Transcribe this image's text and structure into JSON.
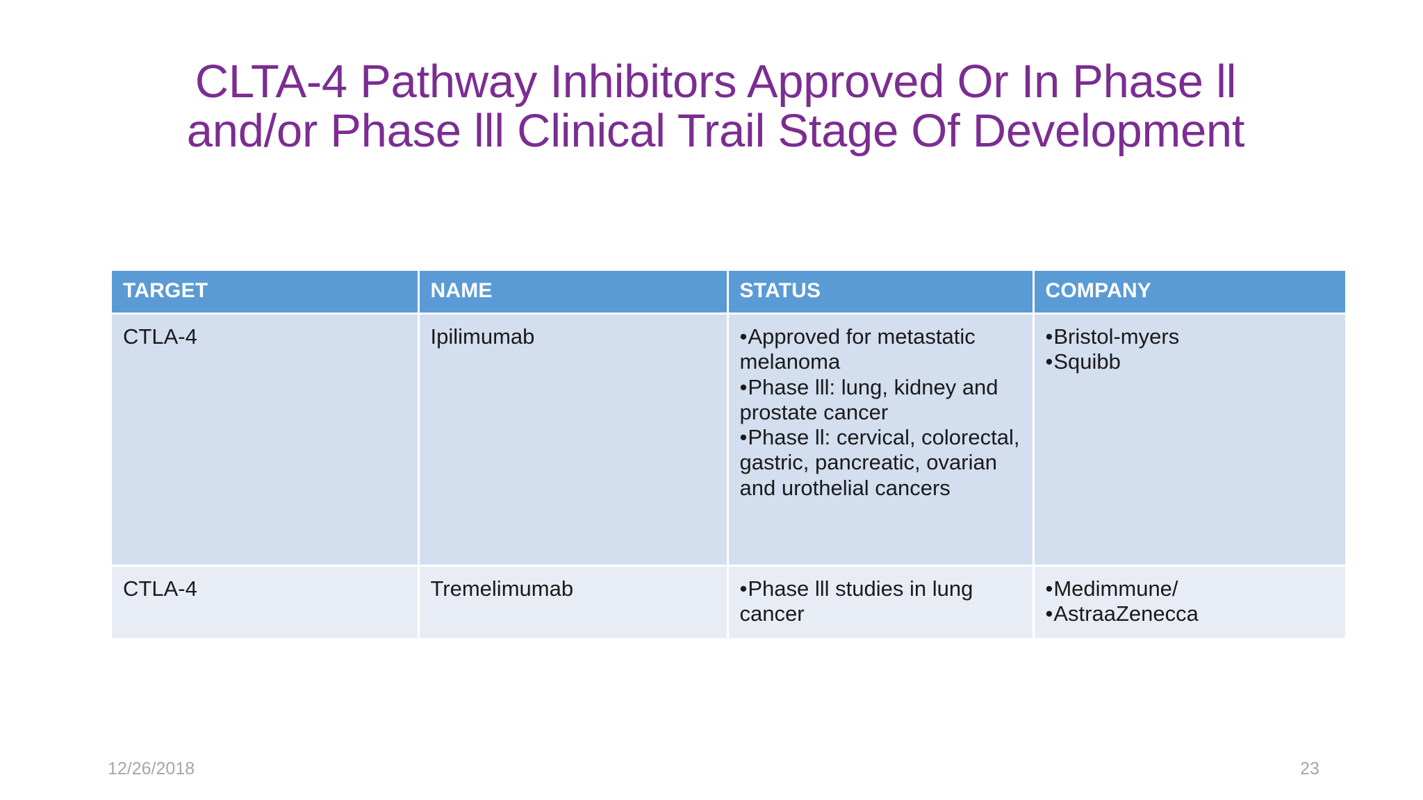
{
  "slide": {
    "title": "CLTA-4 Pathway Inhibitors Approved Or In Phase ll\nand/or Phase lll Clinical Trail Stage Of Development",
    "title_color": "#7B2D91",
    "background_color": "#FFFFFF"
  },
  "table": {
    "header_background": "#5B9BD5",
    "header_text_color": "#FFFFFF",
    "row_background_odd": "#D3DEEF",
    "row_background_even": "#E8EDF5",
    "columns": [
      "TARGET",
      "NAME",
      "STATUS",
      "COMPANY"
    ],
    "rows": [
      {
        "target": "CTLA-4",
        "name": "Ipilimumab",
        "status": [
          "Approved for metastatic melanoma",
          "Phase lll: lung, kidney and prostate cancer",
          "Phase ll: cervical, colorectal, gastric, pancreatic, ovarian and urothelial cancers"
        ],
        "company": [
          "Bristol-myers",
          "Squibb"
        ]
      },
      {
        "target": "CTLA-4",
        "name": "Tremelimumab",
        "status": [
          "Phase lll studies in lung cancer"
        ],
        "company": [
          "Medimmune/",
          "AstraaZenecca"
        ]
      }
    ]
  },
  "footer": {
    "date": "12/26/2018",
    "page_number": "23",
    "text_color": "#A6A6A6"
  }
}
